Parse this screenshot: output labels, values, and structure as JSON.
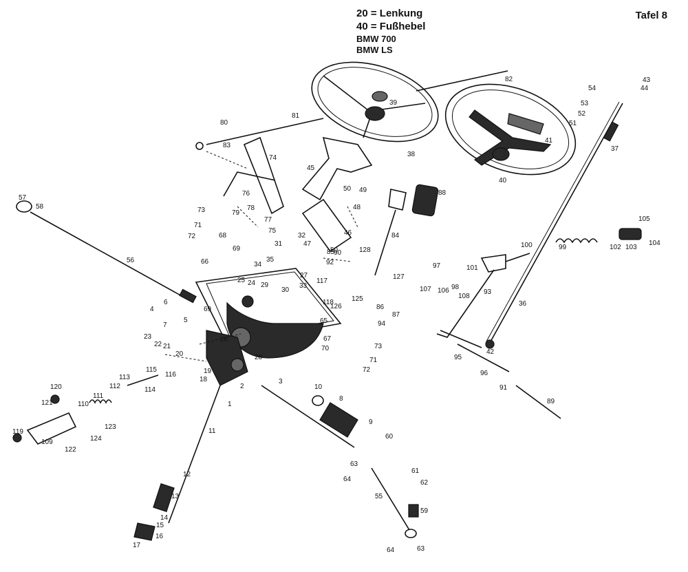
{
  "header": {
    "line1": "20 = Lenkung",
    "line2": "40 = Fußhebel",
    "line3": "BMW 700",
    "line4": "BMW LS",
    "plate": "Tafel 8"
  },
  "callouts": [
    "1",
    "2",
    "3",
    "4",
    "5",
    "6",
    "7",
    "8",
    "9",
    "10",
    "11",
    "12",
    "13",
    "14",
    "15",
    "16",
    "17",
    "18",
    "19",
    "20",
    "21",
    "22",
    "23",
    "24",
    "25",
    "26",
    "27",
    "28",
    "29",
    "30",
    "31",
    "32",
    "33",
    "34",
    "35",
    "36",
    "37",
    "38",
    "39",
    "40",
    "41",
    "42",
    "43",
    "44",
    "45",
    "46",
    "47",
    "48",
    "49",
    "50",
    "50",
    "51",
    "52",
    "53",
    "54",
    "55",
    "56",
    "57",
    "58",
    "59",
    "60",
    "61",
    "62",
    "63",
    "63",
    "64",
    "64",
    "65",
    "66",
    "67",
    "68",
    "69",
    "69",
    "70",
    "71",
    "71",
    "72",
    "72",
    "73",
    "73",
    "74",
    "75",
    "76",
    "77",
    "78",
    "79",
    "80",
    "81",
    "82",
    "83",
    "84",
    "85",
    "86",
    "87",
    "88",
    "89",
    "90",
    "91",
    "92",
    "93",
    "94",
    "95",
    "96",
    "97",
    "98",
    "99",
    "100",
    "101",
    "102",
    "103",
    "104",
    "105",
    "106",
    "107",
    "108",
    "109",
    "110",
    "111",
    "112",
    "113",
    "114",
    "115",
    "116",
    "117",
    "118",
    "119",
    "120",
    "121",
    "122",
    "123",
    "124",
    "125",
    "126",
    "127",
    "128"
  ]
}
